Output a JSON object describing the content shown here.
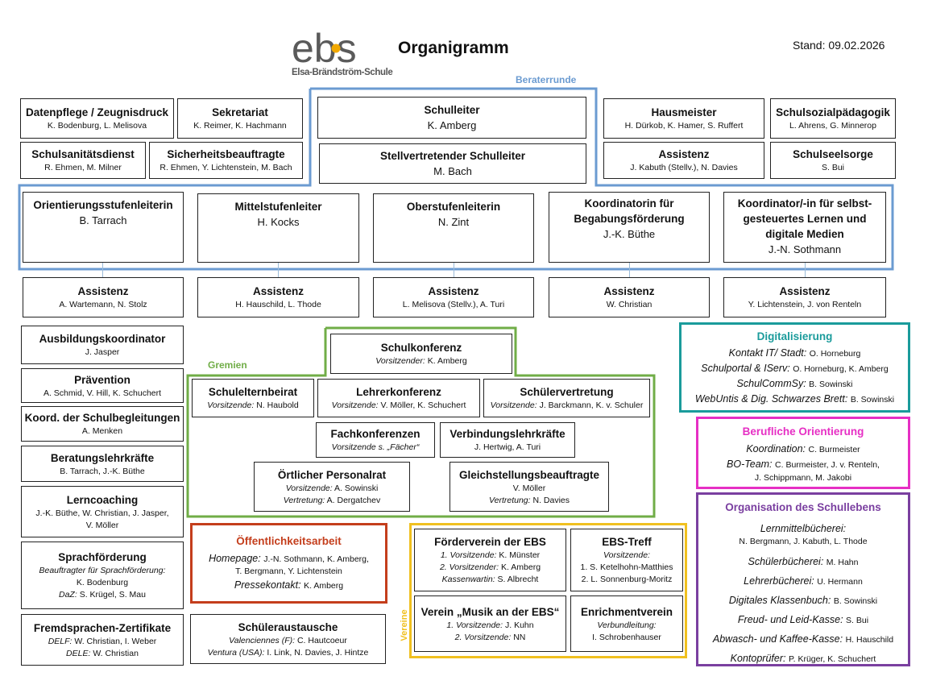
{
  "header": {
    "logo_text": "ebs",
    "logo_subtitle": "Elsa-Brändström-Schule",
    "title": "Organigramm",
    "stand": "Stand: 09.02.2026"
  },
  "labels": {
    "beraterrunde": "Beraterrunde",
    "gremien": "Gremien",
    "vereine": "Vereine"
  },
  "colors": {
    "beraterrunde": "#6b9bd1",
    "gremien": "#70ad47",
    "vereine": "#f0c020",
    "oeffentlichkeit": "#c43e1c",
    "digitalisierung": "#1a9b9b",
    "berufliche": "#e62fc4",
    "organisation": "#7a3fa0"
  },
  "admin": {
    "datenpflege": {
      "title": "Datenpflege / Zeugnisdruck",
      "names": "K. Bodenburg, L. Melisova"
    },
    "sekretariat": {
      "title": "Sekretariat",
      "names": "K. Reimer, K. Hachmann"
    },
    "sanitaet": {
      "title": "Schulsanitätsdienst",
      "names": "R. Ehmen, M. Milner"
    },
    "sicherheit": {
      "title": "Sicherheitsbeauftragte",
      "names": "R. Ehmen, Y. Lichtenstein, M. Bach"
    },
    "schulleiter": {
      "title": "Schulleiter",
      "names": "K. Amberg"
    },
    "stellv": {
      "title": "Stellvertretender Schulleiter",
      "names": "M. Bach"
    },
    "hausmeister": {
      "title": "Hausmeister",
      "names": "H. Dürkob, K. Hamer, S. Ruffert"
    },
    "sozial": {
      "title": "Schulsozialpädagogik",
      "names": "L. Ahrens, G. Minnerop"
    },
    "assistenz_haus": {
      "title": "Assistenz",
      "names": "J. Kabuth (Stellv.), N. Davies"
    },
    "seelsorge": {
      "title": "Schulseelsorge",
      "names": "S. Bui"
    }
  },
  "stufen": [
    {
      "title": "Orientierungsstufenleiterin",
      "names": "B. Tarrach"
    },
    {
      "title": "Mittelstufenleiter",
      "names": "H. Kocks"
    },
    {
      "title": "Oberstufenleiterin",
      "names": "N. Zint"
    },
    {
      "title_1": "Koordinatorin für",
      "title_2": "Begabungsförderung",
      "names": "J.-K. Büthe"
    },
    {
      "title_1": "Koordinator/-in für selbst-",
      "title_2": "gesteuertes Lernen und",
      "title_3": "digitale Medien",
      "names": "J.-N. Sothmann"
    }
  ],
  "assistenzen": [
    {
      "title": "Assistenz",
      "names": "A. Wartemann, N. Stolz"
    },
    {
      "title": "Assistenz",
      "names": "H. Hauschild, L. Thode"
    },
    {
      "title": "Assistenz",
      "names": "L. Melisova (Stellv.), A. Turi"
    },
    {
      "title": "Assistenz",
      "names": "W. Christian"
    },
    {
      "title": "Assistenz",
      "names": "Y. Lichtenstein, J. von Renteln"
    }
  ],
  "left_column": {
    "ausbildung": {
      "title": "Ausbildungskoordinator",
      "names": "J. Jasper"
    },
    "praevention": {
      "title": "Prävention",
      "names": "A. Schmid, V. Hill, K. Schuchert"
    },
    "begleitung": {
      "title": "Koord. der Schulbegleitungen",
      "names": "A. Menken"
    },
    "beratung": {
      "title": "Beratungslehrkräfte",
      "names": "B. Tarrach, J.-K. Büthe"
    },
    "lerncoaching": {
      "title": "Lerncoaching",
      "names_1": "J.-K. Büthe, W. Christian, J. Jasper,",
      "names_2": "V. Möller"
    },
    "sprach": {
      "title": "Sprachförderung",
      "sub_1": "Beauftragter für Sprachförderung:",
      "sub_2": "K. Bodenburg",
      "daz_label": "DaZ:",
      "daz_names": "S. Krügel, S. Mau"
    },
    "fremd": {
      "title": "Fremdsprachen-Zertifikate",
      "delf_label": "DELF:",
      "delf_names": "W. Christian, I. Weber",
      "dele_label": "DELE:",
      "dele_names": "W. Christian"
    }
  },
  "gremien": {
    "schulkonferenz": {
      "title": "Schulkonferenz",
      "label": "Vorsitzender:",
      "names": "K. Amberg"
    },
    "elternbeirat": {
      "title": "Schulelternbeirat",
      "label": "Vorsitzende:",
      "names": "N. Haubold"
    },
    "lehrerkonferenz": {
      "title": "Lehrerkonferenz",
      "label": "Vorsitzende:",
      "names": "V. Möller, K. Schuchert"
    },
    "schuelervertretung": {
      "title": "Schülervertretung",
      "label": "Vorsitzende:",
      "names": "J. Barckmann, K. v. Schuler"
    },
    "fachkonferenzen": {
      "title": "Fachkonferenzen",
      "sub": "Vorsitzende s. „Fächer“"
    },
    "verbindung": {
      "title": "Verbindungslehrkräfte",
      "names": "J. Hertwig, A. Turi"
    },
    "personalrat": {
      "title": "Örtlicher Personalrat",
      "label_1": "Vorsitzende:",
      "names_1": "A. Sowinski",
      "label_2": "Vertretung:",
      "names_2": "A. Dergatchev"
    },
    "gleichstellung": {
      "title": "Gleichstellungsbeauftragte",
      "names": "V. Möller",
      "label": "Vertretung:",
      "names_2": "N. Davies"
    }
  },
  "oeffentlichkeit": {
    "title": "Öffentlichkeitsarbeit",
    "homepage_label": "Homepage:",
    "homepage_names_1": "J.-N. Sothmann, K. Amberg,",
    "homepage_names_2": "T. Bergmann, Y. Lichtenstein",
    "presse_label": "Pressekontakt:",
    "presse_names": "K. Amberg"
  },
  "austausch": {
    "title": "Schüleraustausche",
    "val_label": "Valenciennes (F):",
    "val_names": "C. Hautcoeur",
    "ven_label": "Ventura (USA):",
    "ven_names": "I. Link, N. Davies, J. Hintze"
  },
  "vereine": {
    "foerder": {
      "title": "Förderverein der EBS",
      "l1": "1. Vorsitzende:",
      "n1": "K. Münster",
      "l2": "2. Vorsitzender:",
      "n2": "K. Amberg",
      "l3": "Kassenwartin:",
      "n3": "S. Albrecht"
    },
    "treff": {
      "title": "EBS-Treff",
      "sub": "Vorsitzende:",
      "n1": "1. S. Ketelhohn-Matthies",
      "n2": "2. L. Sonnenburg-Moritz"
    },
    "musik": {
      "title": "Verein „Musik an der EBS“",
      "l1": "1. Vorsitzende:",
      "n1": "J. Kuhn",
      "l2": "2. Vorsitzende:",
      "n2": "NN"
    },
    "enrich": {
      "title": "Enrichmentverein",
      "sub": "Verbundleitung:",
      "names": "I. Schrobenhauser"
    }
  },
  "digitalisierung": {
    "title": "Digitalisierung",
    "rows": [
      {
        "label": "Kontakt IT/ Stadt:",
        "names": "O. Horneburg"
      },
      {
        "label": "Schulportal & IServ:",
        "names": "O. Horneburg, K. Amberg"
      },
      {
        "label": "SchulCommSy:",
        "names": "B. Sowinski"
      },
      {
        "label": "WebUntis & Dig. Schwarzes Brett:",
        "names": "B. Sowinski"
      }
    ]
  },
  "berufliche": {
    "title": "Berufliche Orientierung",
    "koord_label": "Koordination:",
    "koord_names": "C. Burmeister",
    "team_label": "BO-Team:",
    "team_names_1": "C. Burmeister, J. v. Renteln,",
    "team_names_2": "J. Schippmann, M. Jakobi"
  },
  "organisation": {
    "title": "Organisation des Schullebens",
    "lmb_label": "Lernmittelbücherei:",
    "lmb_names": "N. Bergmann, J. Kabuth, L. Thode",
    "rows": [
      {
        "label": "Schülerbücherei:",
        "names": "M. Hahn"
      },
      {
        "label": "Lehrerbücherei:",
        "names": "U. Hermann"
      },
      {
        "label": "Digitales Klassenbuch:",
        "names": "B. Sowinski"
      },
      {
        "label": "Freud- und Leid-Kasse:",
        "names": "S. Bui"
      },
      {
        "label": "Abwasch- und Kaffee-Kasse:",
        "names": "H. Hauschild"
      },
      {
        "label": "Kontoprüfer:",
        "names": "P. Krüger, K. Schuchert"
      }
    ]
  }
}
